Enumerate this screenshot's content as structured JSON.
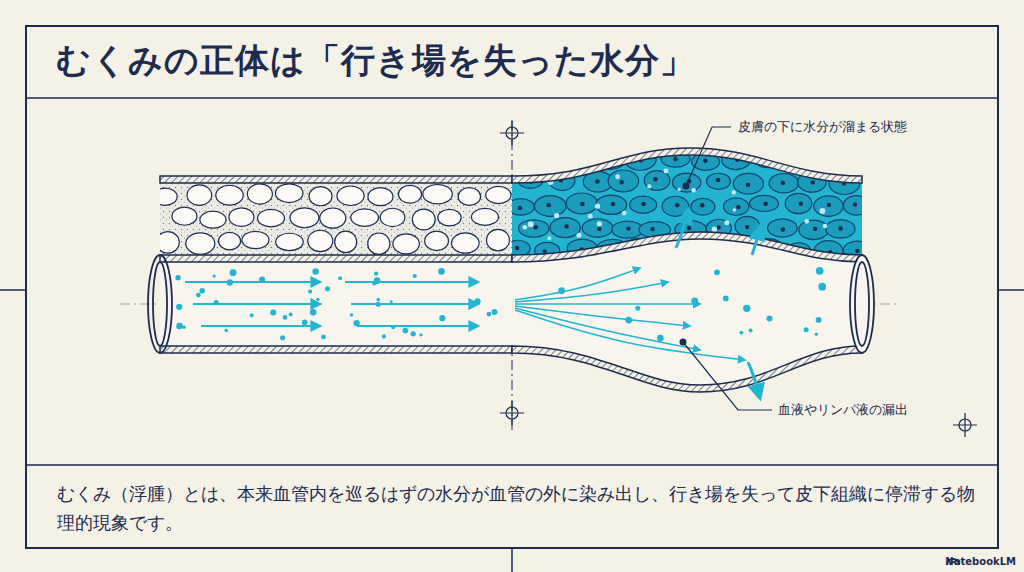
{
  "diagram": {
    "title": "むくみの正体は「行き場を失った水分」",
    "caption": "むくみ（浮腫）とは、本来血管内を巡るはずの水分が血管の外に染み出し、行き場を失って皮下組織に停滞する物理的現象です。",
    "labels": [
      "皮膚の下に水分が溜まる状態",
      "血液やリンパ液の漏出",
      "NotebookLM"
    ]
  }
}
